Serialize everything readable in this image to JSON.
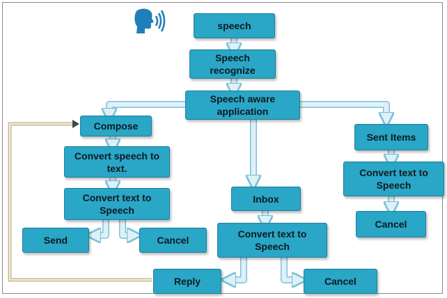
{
  "colors": {
    "box_fill": "#2aa6c6",
    "box_border": "#1d7f9c",
    "arrow_fill": "#dff1f8",
    "arrow_stroke": "#7cc1d9",
    "loop_line": "#c8b98a"
  },
  "icon": "speaking-head-icon",
  "nodes": {
    "speech": "speech",
    "speech_recognize": "Speech recognize",
    "speech_aware": "Speech aware application",
    "compose": "Compose",
    "convert_speech_to_text": "Convert speech to text.",
    "convert_text_to_speech_left": "Convert text to Speech",
    "send": "Send",
    "cancel_left": "Cancel",
    "inbox": "Inbox",
    "convert_text_to_speech_mid": "Convert text to Speech",
    "reply": "Reply",
    "cancel_mid": "Cancel",
    "sent_items": "Sent Items",
    "convert_text_to_speech_right": "Convert text to Speech",
    "cancel_right": "Cancel"
  }
}
